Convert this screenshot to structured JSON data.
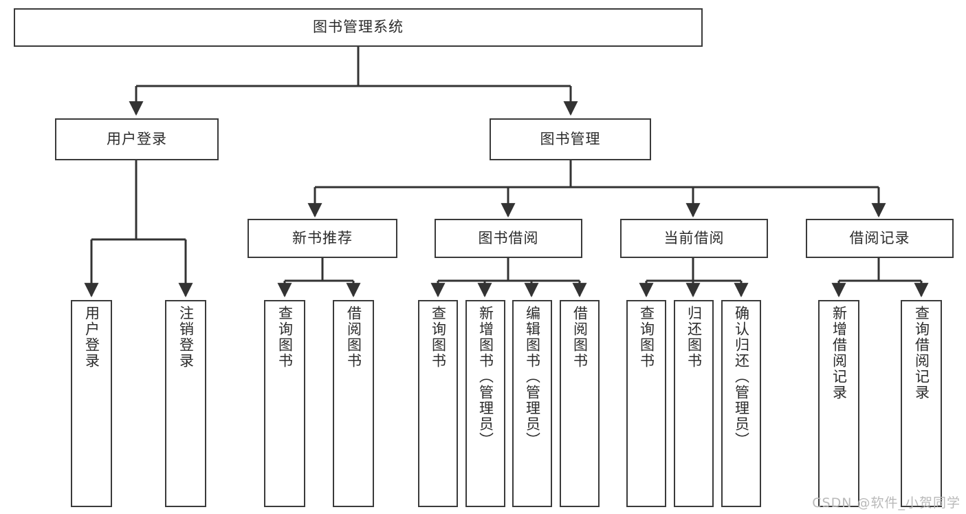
{
  "diagram": {
    "title": "图书管理系统",
    "type": "tree",
    "root": {
      "id": "root",
      "label": "图书管理系统"
    },
    "level1": [
      {
        "id": "user-login",
        "label": "用户登录"
      },
      {
        "id": "book-manage",
        "label": "图书管理"
      }
    ],
    "level2": [
      {
        "id": "new-book-recommend",
        "label": "新书推荐",
        "parent": "book-manage"
      },
      {
        "id": "book-borrow",
        "label": "图书借阅",
        "parent": "book-manage"
      },
      {
        "id": "current-borrow",
        "label": "当前借阅",
        "parent": "book-manage"
      },
      {
        "id": "borrow-record",
        "label": "借阅记录",
        "parent": "book-manage"
      }
    ],
    "leaves": {
      "user_login": [
        {
          "id": "leaf-user-login",
          "label": "用户登录"
        },
        {
          "id": "leaf-logout",
          "label": "注销登录"
        }
      ],
      "new_book_recommend": [
        {
          "id": "leaf-query-book-1",
          "label": "查询图书"
        },
        {
          "id": "leaf-borrow-book-1",
          "label": "借阅图书"
        }
      ],
      "book_borrow": [
        {
          "id": "leaf-query-book-2",
          "label": "查询图书"
        },
        {
          "id": "leaf-add-book",
          "label": "新增图书（管理员）"
        },
        {
          "id": "leaf-edit-book",
          "label": "编辑图书（管理员）"
        },
        {
          "id": "leaf-borrow-book-2",
          "label": "借阅图书"
        }
      ],
      "current_borrow": [
        {
          "id": "leaf-query-book-3",
          "label": "查询图书"
        },
        {
          "id": "leaf-return-book",
          "label": "归还图书"
        },
        {
          "id": "leaf-confirm-return",
          "label": "确认归还（管理员）"
        }
      ],
      "borrow_record": [
        {
          "id": "leaf-add-record",
          "label": "新增借阅记录"
        },
        {
          "id": "leaf-query-record",
          "label": "查询借阅记录"
        }
      ]
    }
  },
  "watermark": {
    "text": "CSDN @软件_小贺同学"
  },
  "colors": {
    "box_border": "#3a3a3a",
    "connector": "#333333",
    "background": "#ffffff",
    "text": "#2b2b2b",
    "watermark": "#b9b9b9"
  }
}
